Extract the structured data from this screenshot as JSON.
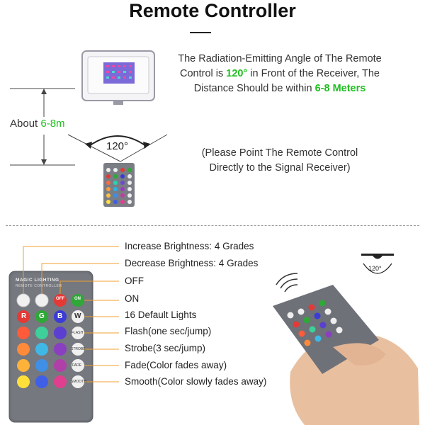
{
  "title": "Remote Controller",
  "description": {
    "line1": "The Radiation-Emitting Angle of The Remote",
    "line2_a": "Control is ",
    "line2_angle": "120°",
    "line2_b": " in Front of the Receiver, The",
    "line3_a": "Distance Should be within ",
    "line3_distance": "6-8 Meters"
  },
  "note": {
    "line1": "(Please Point The Remote Control",
    "line2": "Directly to the Signal Receiver)"
  },
  "distance_label": {
    "prefix": "About ",
    "value": "6-8m"
  },
  "angle_label": "120°",
  "receiver_angle_label": "120°",
  "remote": {
    "brand": "MAGIC LIGHTING",
    "subtitle": "REMOTE CONTROLLER",
    "off_label": "OFF",
    "on_label": "ON",
    "row_r": "R",
    "row_g": "G",
    "row_b": "B",
    "white_label": "W",
    "flash_label": "FLASH",
    "strobe_label": "STROBE",
    "fade_label": "FADE",
    "smooth_label": "SMOOTH"
  },
  "functions": [
    "Increase Brightness: 4 Grades",
    "Decrease Brightness: 4 Grades",
    "OFF",
    "ON",
    "16 Default Lights",
    "Flash(one sec/jump)",
    "Strobe(3 sec/jump)",
    "Fade(Color fades away)",
    "Smooth(Color slowly fades away)"
  ],
  "colors": {
    "green": "#1fbf1f",
    "orange_callout": "#f0a030",
    "remote_body": "#6e7178",
    "off_button": "#e53935",
    "on_button": "#2ea836"
  }
}
